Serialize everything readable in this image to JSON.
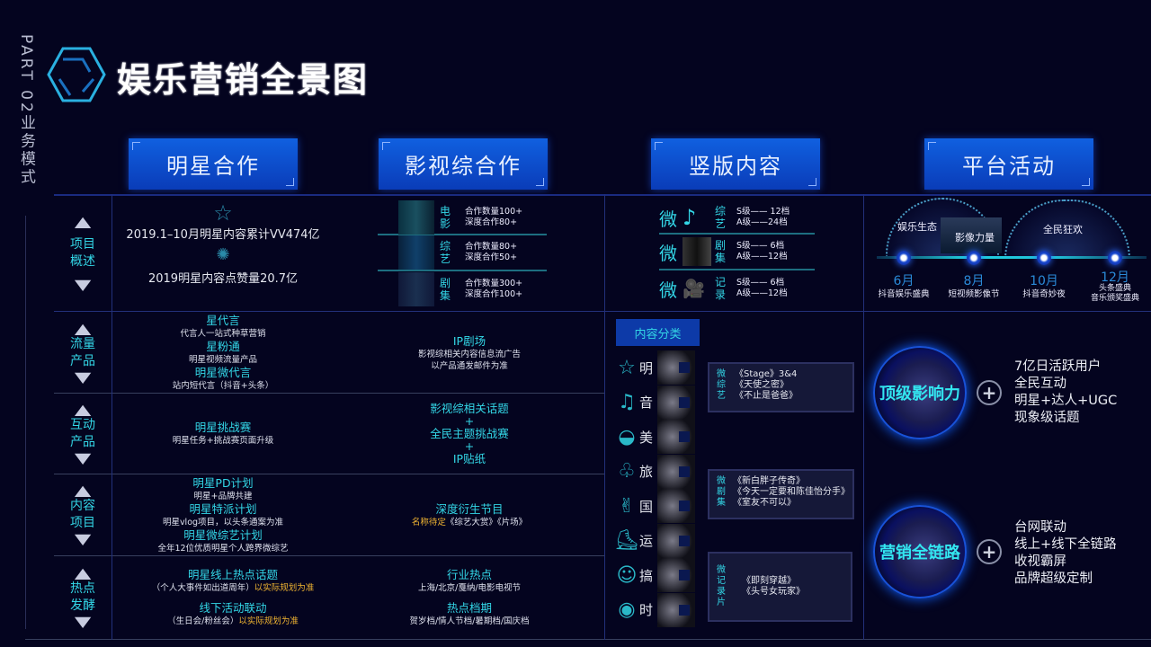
{
  "side": {
    "part": "PART 02业务模式"
  },
  "title": "娱乐营销全景图",
  "headers": [
    "明星合作",
    "影视综合作",
    "竖版内容",
    "平台活动"
  ],
  "row_labels": [
    [
      "项目",
      "概述"
    ],
    [
      "流量",
      "产品"
    ],
    [
      "互动",
      "产品"
    ],
    [
      "内容",
      "项目"
    ],
    [
      "热点",
      "发酵"
    ]
  ],
  "overview": {
    "star": {
      "vv": "2019.1–10月明星内容累计VV474亿",
      "likes": "2019明星内容点赞量20.7亿"
    },
    "film": [
      {
        "label": [
          "电",
          "影"
        ],
        "lines": [
          "合作数量100+",
          "深度合作80+"
        ]
      },
      {
        "label": [
          "综",
          "艺"
        ],
        "lines": [
          "合作数量80+",
          "深度合作50+"
        ]
      },
      {
        "label": [
          "剧",
          "集"
        ],
        "lines": [
          "合作数量300+",
          "深度合作100+"
        ]
      }
    ],
    "vertical": [
      {
        "prefix": "微",
        "label": [
          "综",
          "艺"
        ],
        "icon": "music-play-icon",
        "lines": [
          "S级—— 12档",
          "A级——24档"
        ]
      },
      {
        "prefix": "微",
        "label": [
          "剧",
          "集"
        ],
        "icon": "thumbnail",
        "lines": [
          "S级——  6档",
          "A级——12档"
        ]
      },
      {
        "prefix": "微",
        "label": [
          "记",
          "录"
        ],
        "icon": "camera-icon",
        "lines": [
          "S级——  6档",
          "A级——12档"
        ]
      }
    ],
    "platform": {
      "domes": [
        "娱乐生态",
        "影像力量",
        "全民狂欢"
      ],
      "events": [
        {
          "month": "6月",
          "name": "抖音娱乐盛典"
        },
        {
          "month": "8月",
          "name": "短视频影像节"
        },
        {
          "month": "10月",
          "name": "抖音奇妙夜"
        },
        {
          "month": "12月",
          "name": "头条盛典\n音乐颁奖盛典"
        }
      ]
    }
  },
  "traffic": {
    "star": [
      {
        "t": "星代言",
        "d": "代言人一站式种草营销"
      },
      {
        "t": "星粉通",
        "d": "明星视频流量产品"
      },
      {
        "t": "明星微代言",
        "d": "站内短代言（抖音+头条）"
      }
    ],
    "film": {
      "t": "IP剧场",
      "d": "影视综相关内容信息流广告",
      "note": "以产品通发邮件为准"
    }
  },
  "interactive": {
    "star": {
      "t": "明星挑战赛",
      "d": "明星任务+挑战赛页面升级"
    },
    "film": [
      "影视综相关话题",
      "+",
      "全民主题挑战赛",
      "+",
      "IP贴纸"
    ]
  },
  "content": {
    "star": [
      {
        "t": "明星PD计划",
        "d": "明星+品牌共建"
      },
      {
        "t": "明星特派计划",
        "d": "明星vlog项目，以头条通案为准"
      },
      {
        "t": "明星微综艺计划",
        "d": "全年12位优质明星个人跨界微综艺"
      }
    ],
    "film": {
      "t": "深度衍生节目",
      "note": "名称待定",
      "d": "《综艺大赏》《片场》"
    }
  },
  "hot": {
    "star": [
      {
        "t": "明星线上热点话题",
        "d": "（个人大事件如出道周年）",
        "note": "以实际规划为准"
      },
      {
        "t": "线下活动联动",
        "d": "（生日会/粉丝会）",
        "note": "以实际规划为准"
      }
    ],
    "film": [
      {
        "t": "行业热点",
        "d": "上海/北京/戛纳/电影电视节"
      },
      {
        "t": "热点档期",
        "d": "贺岁档/情人节档/暑期档/国庆档"
      }
    ]
  },
  "categories": {
    "title": "内容分类",
    "items": [
      {
        "icon": "star-icon",
        "text": "明"
      },
      {
        "icon": "music-note-icon",
        "text": "音"
      },
      {
        "icon": "food-bowl-icon",
        "text": "美"
      },
      {
        "icon": "travel-balloon-icon",
        "text": "旅"
      },
      {
        "icon": "rock-hand-icon",
        "text": "国"
      },
      {
        "icon": "sneaker-icon",
        "text": "运"
      },
      {
        "icon": "smiley-icon",
        "text": "搞"
      },
      {
        "icon": "eye-icon",
        "text": "时"
      }
    ],
    "boxes": [
      {
        "label": "微综艺",
        "items": [
          "《Stage》3&4",
          "《天使之密》",
          "《不止是爸爸》"
        ]
      },
      {
        "label": "微剧集",
        "items": [
          "《新白胖子传奇》",
          "《今天一定要和陈佳怡分手》",
          "《室友不可以》"
        ]
      },
      {
        "label": "微记录片",
        "items": [
          "《即刻穿越》",
          "《头号女玩家》"
        ]
      }
    ]
  },
  "strengths": [
    {
      "title": "顶级影响力",
      "lines": [
        "7亿日活跃用户",
        "全民互动",
        "明星+达人+UGC",
        "现象级话题"
      ]
    },
    {
      "title": "营销全链路",
      "lines": [
        "台网联动",
        "线上+线下全链路",
        "收视霸屏",
        "品牌超级定制"
      ]
    }
  ],
  "colors": {
    "bg": "#04041f",
    "accent": "#33d6e6",
    "header": "#1060e0",
    "note": "#f2b632"
  }
}
